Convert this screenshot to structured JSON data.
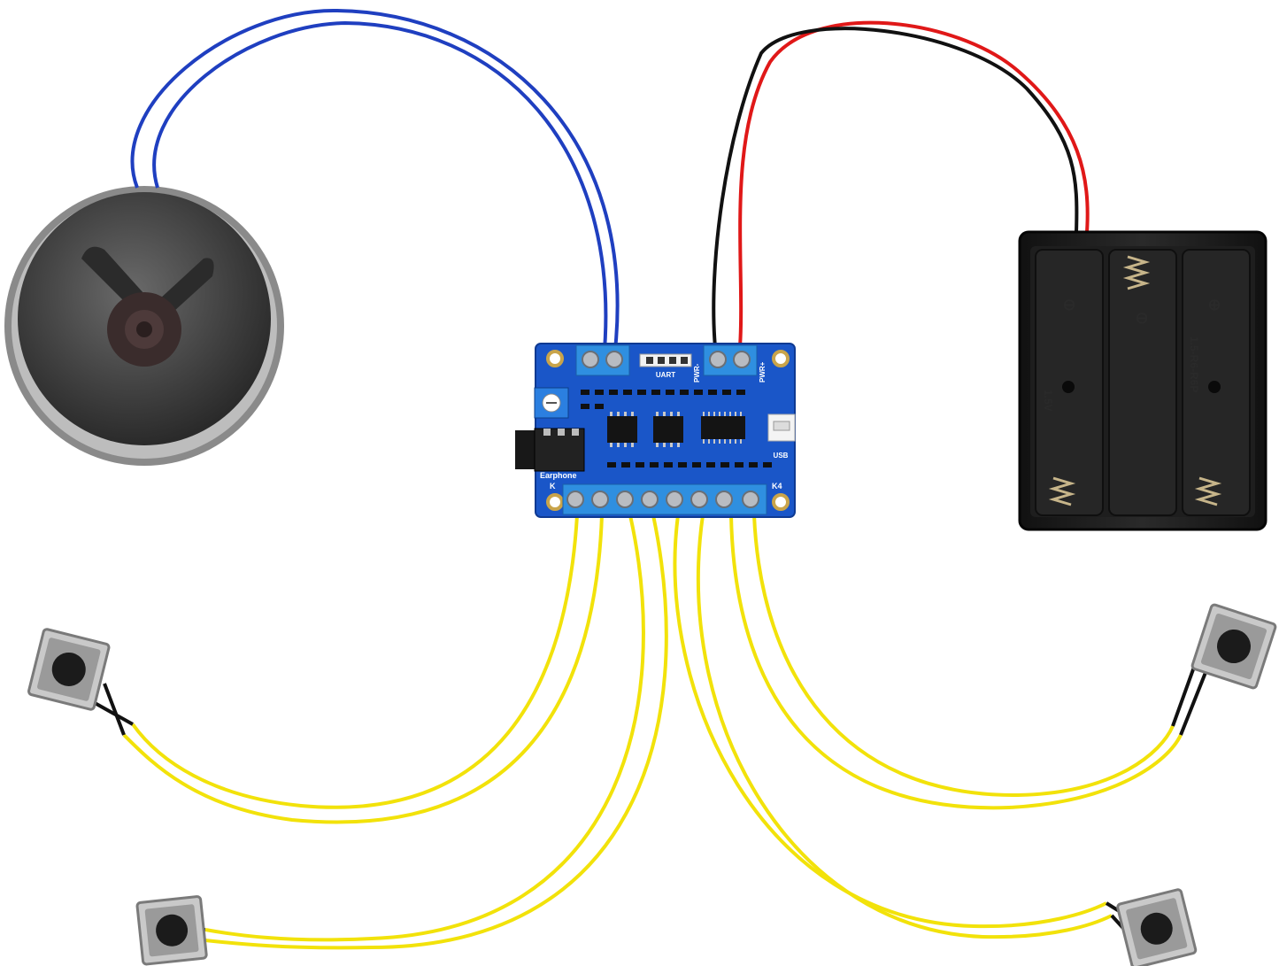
{
  "board": {
    "labels": {
      "uart": "UART",
      "pwr_minus": "PWR-",
      "pwr_plus": "PWR+",
      "usb": "USB",
      "earphone": "Earphone",
      "k1": "K",
      "k4": "K4"
    }
  },
  "battery_holder": {
    "labels": {
      "minus_symbol": "⊖",
      "plus_symbol": "⊕",
      "voltage": "1.5V",
      "cell_type": "1.5-R6-R6P"
    }
  },
  "colors": {
    "pcb": "#1a56c8",
    "terminal": "#2f8fe0",
    "wire_blue": "#1f3fc0",
    "wire_red": "#e01818",
    "wire_black": "#111111",
    "wire_yellow": "#f2e20a",
    "holder": "#1c1c1c",
    "speaker": "#4a4a4a"
  }
}
